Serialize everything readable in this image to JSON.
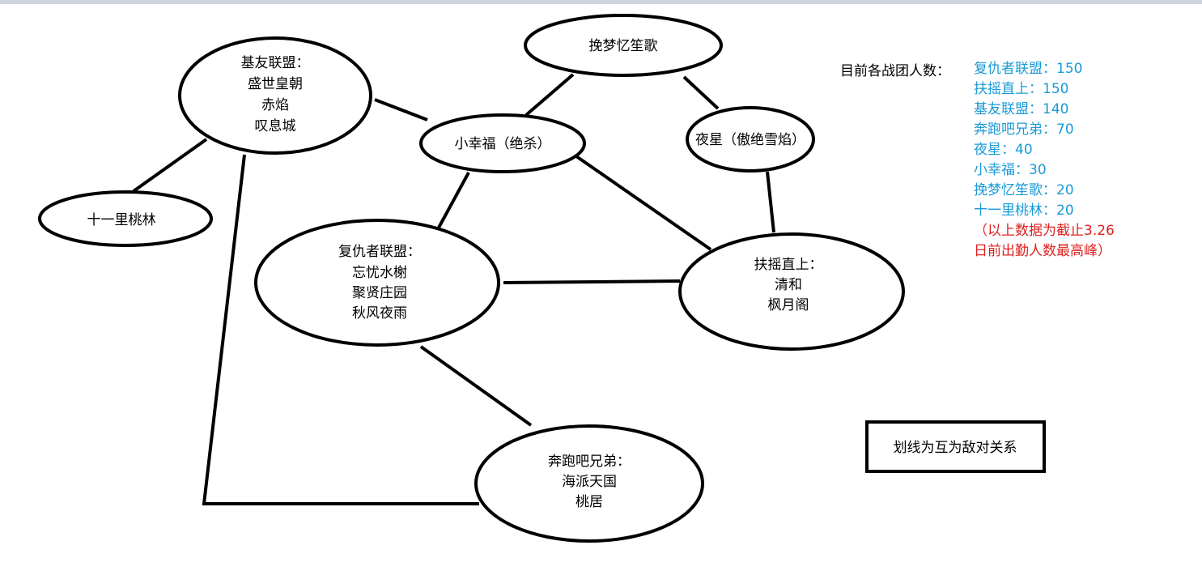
{
  "colors": {
    "stats_text": "#1a9ad6",
    "note_text": "#e02020",
    "line": "#000000",
    "node_fill": "#ffffff"
  },
  "nodes": {
    "jiyou": [
      "基友联盟：",
      "盛世皇朝",
      "赤焰",
      "叹息城"
    ],
    "wanmeng": [
      "挽梦忆笙歌"
    ],
    "xiaoxingfu": [
      "小幸福（绝杀）"
    ],
    "yexing": [
      "夜星（傲绝雪焰）"
    ],
    "shiyili": [
      "十一里桃林"
    ],
    "fuchou": [
      "复仇者联盟：",
      "忘忧水榭",
      "聚贤庄园",
      "秋风夜雨"
    ],
    "fuyao": [
      "扶摇直上：",
      "清和",
      "枫月阁"
    ],
    "benpao": [
      "奔跑吧兄弟：",
      "海派天国",
      "桃居"
    ]
  },
  "legend": "划线为互为敌对关系",
  "stats": {
    "header": "目前各战团人数：",
    "items": [
      "复仇者联盟：150",
      "扶摇直上：150",
      "基友联盟：140",
      "奔跑吧兄弟：70",
      "夜星：40",
      "小幸福：30",
      "挽梦忆笙歌：20",
      "十一里桃林：20"
    ],
    "note": "（以上数据为截止3.26日前出勤人数最高峰）"
  }
}
